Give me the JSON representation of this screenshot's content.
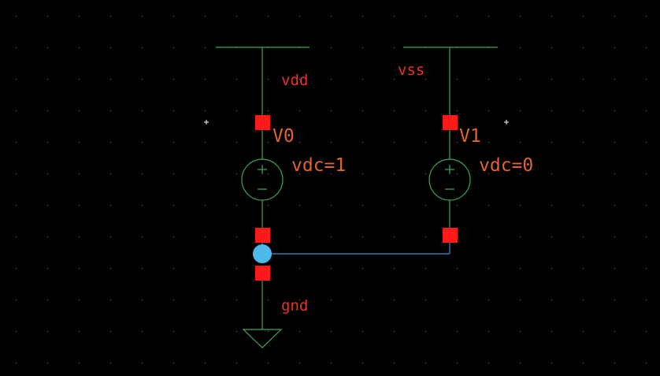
{
  "schematic": {
    "nets": {
      "left_top": "vdd",
      "right_top": "vss",
      "ground": "gnd"
    },
    "sources": [
      {
        "instance": "V0",
        "param": "vdc=1"
      },
      {
        "instance": "V1",
        "param": "vdc=0"
      }
    ]
  },
  "colors": {
    "background": "#000000",
    "wire": "#3ea85a",
    "selected_wire": "#3d8fd1",
    "pin": "#ff1a1a",
    "net_label": "#e8342a",
    "instance_label": "#e0652a",
    "junction": "#4fb8ea"
  }
}
